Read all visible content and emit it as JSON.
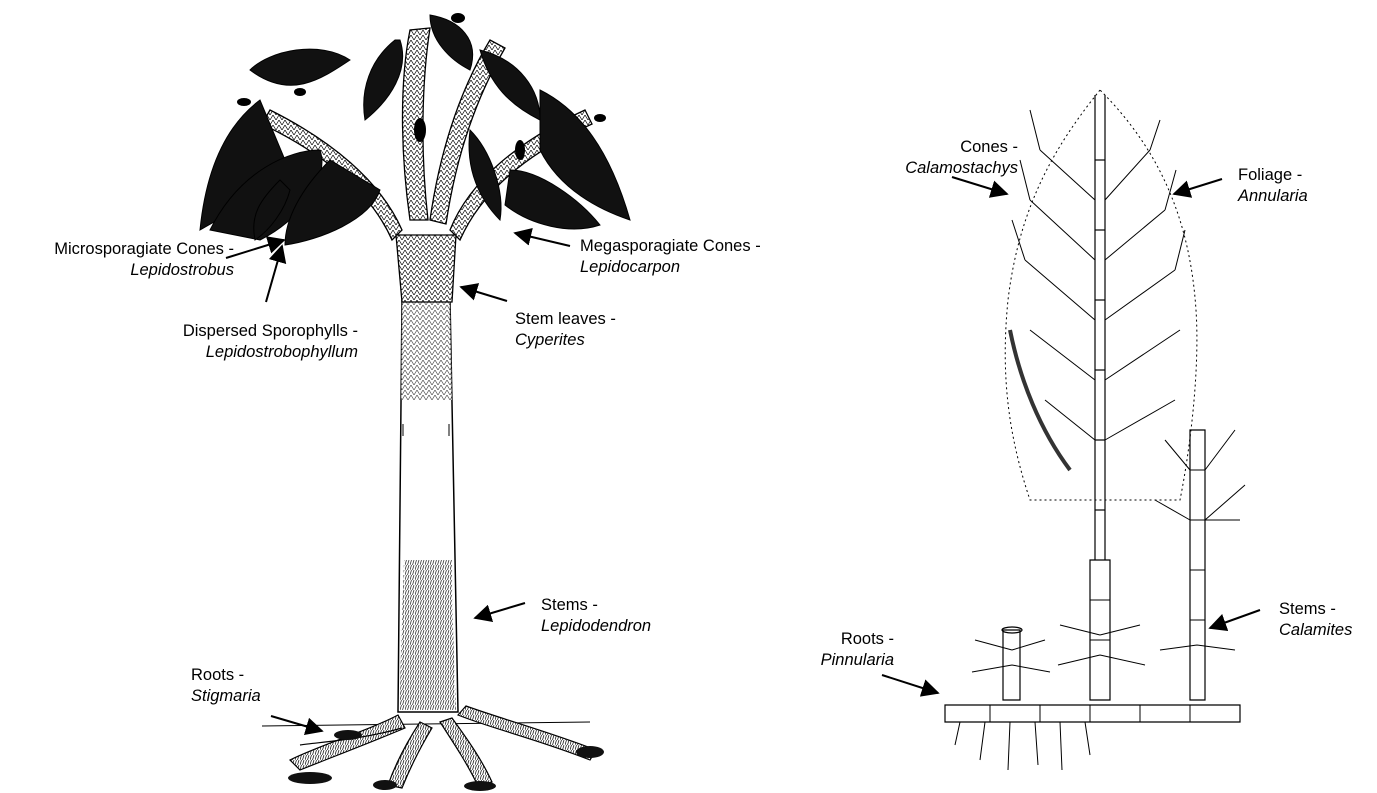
{
  "labels": {
    "micro_cones": {
      "term": "Microsporagiate Cones -",
      "genus": "Lepidostrobus"
    },
    "mega_cones": {
      "term": "Megasporagiate Cones -",
      "genus": "Lepidocarpon"
    },
    "sporophylls": {
      "term": "Dispersed Sporophylls -",
      "genus": "Lepidostrobophyllum"
    },
    "stem_leaves": {
      "term": "Stem leaves -",
      "genus": "Cyperites"
    },
    "lepido_stems": {
      "term": "Stems -",
      "genus": "Lepidodendron"
    },
    "lepido_roots": {
      "term": "Roots -",
      "genus": "Stigmaria"
    },
    "cala_cones": {
      "term": "Cones -",
      "genus": "Calamostachys"
    },
    "cala_foliage": {
      "term": "Foliage -",
      "genus": "Annularia"
    },
    "cala_stems": {
      "term": "Stems -",
      "genus": "Calamites"
    },
    "cala_roots": {
      "term": "Roots -",
      "genus": "Pinnularia"
    }
  },
  "colors": {
    "ink": "#000000",
    "background": "#ffffff",
    "trunk_shade": "#444444"
  }
}
